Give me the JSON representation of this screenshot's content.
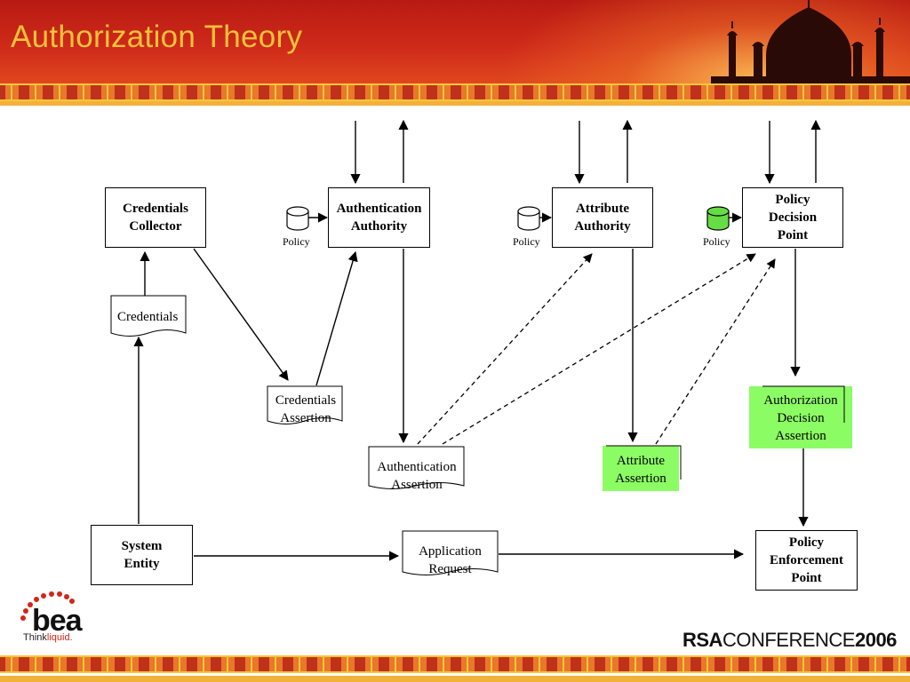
{
  "slide": {
    "title": "Authorization Theory"
  },
  "diagram": {
    "nodes": {
      "credentials_collector": [
        "Credentials",
        "Collector"
      ],
      "authentication_authority": [
        "Authentication",
        "Authority"
      ],
      "attribute_authority": [
        "Attribute",
        "Authority"
      ],
      "policy_decision_point": [
        "Policy",
        "Decision",
        "Point"
      ],
      "system_entity": [
        "System",
        "Entity"
      ],
      "policy_enforcement_point": [
        "Policy",
        "Enforcement",
        "Point"
      ]
    },
    "documents": {
      "credentials": [
        "Credentials"
      ],
      "credentials_assertion": [
        "Credentials",
        "Assertion"
      ],
      "authentication_assertion": [
        "Authentication",
        "Assertion"
      ],
      "attribute_assertion": [
        "Attribute",
        "Assertion"
      ],
      "authorization_decision_assertion": [
        "Authorization",
        "Decision",
        "Assertion"
      ],
      "application_request": [
        "Application",
        "Request"
      ]
    },
    "policy_labels": {
      "authentication": "Policy",
      "attribute": "Policy",
      "decision": "Policy"
    },
    "colors": {
      "highlight_green": "#8cfc64",
      "policy_green": "#66dd44"
    }
  },
  "footer": {
    "bea_logo": "bea",
    "bea_tagline_think": "Think",
    "bea_tagline_liquid": "liquid.",
    "conference_rsa": "RSA",
    "conference_word": "CONFERENCE",
    "conference_year": "2006"
  }
}
